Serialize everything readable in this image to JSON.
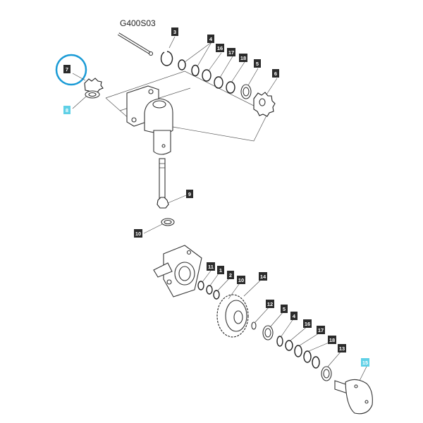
{
  "diagram": {
    "code": "G400S03",
    "colors": {
      "label_dark": "#2b2b2b",
      "label_highlight": "#5fd0e6",
      "circle_highlight": "#1a9bd6"
    },
    "labels": [
      {
        "key": "l3",
        "text": "3",
        "style": "dark"
      },
      {
        "key": "l4a",
        "text": "4",
        "style": "dark"
      },
      {
        "key": "l16a",
        "text": "16",
        "style": "dark"
      },
      {
        "key": "l17a",
        "text": "17",
        "style": "dark"
      },
      {
        "key": "l18a",
        "text": "18",
        "style": "dark"
      },
      {
        "key": "l5a",
        "text": "5",
        "style": "dark"
      },
      {
        "key": "l6",
        "text": "6",
        "style": "dark"
      },
      {
        "key": "l7",
        "text": "7",
        "style": "dark"
      },
      {
        "key": "l8",
        "text": "8",
        "style": "highlight"
      },
      {
        "key": "l9",
        "text": "9",
        "style": "dark"
      },
      {
        "key": "l10a",
        "text": "10",
        "style": "dark"
      },
      {
        "key": "l11",
        "text": "11",
        "style": "dark"
      },
      {
        "key": "l1",
        "text": "1",
        "style": "dark"
      },
      {
        "key": "l2",
        "text": "2",
        "style": "dark"
      },
      {
        "key": "l10b",
        "text": "10",
        "style": "dark"
      },
      {
        "key": "l14",
        "text": "14",
        "style": "dark"
      },
      {
        "key": "l12",
        "text": "12",
        "style": "dark"
      },
      {
        "key": "l5b",
        "text": "5",
        "style": "dark"
      },
      {
        "key": "l4b",
        "text": "4",
        "style": "dark"
      },
      {
        "key": "l16b",
        "text": "16",
        "style": "dark"
      },
      {
        "key": "l17b",
        "text": "17",
        "style": "dark"
      },
      {
        "key": "l18b",
        "text": "18",
        "style": "dark"
      },
      {
        "key": "l13",
        "text": "13",
        "style": "dark"
      },
      {
        "key": "l15",
        "text": "15",
        "style": "highlight"
      }
    ]
  }
}
